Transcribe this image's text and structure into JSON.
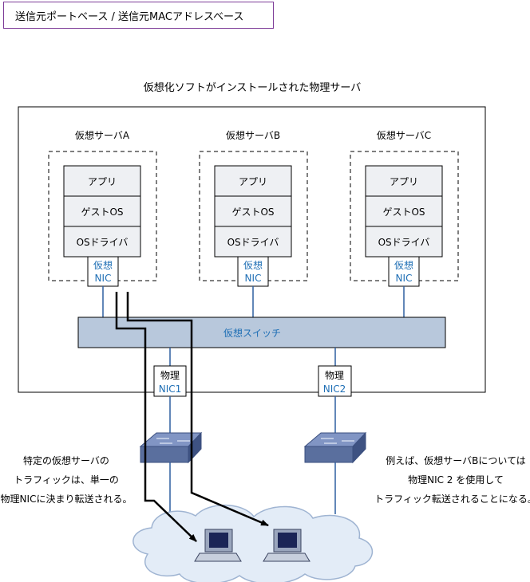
{
  "header": {
    "title": "送信元ポートベース / 送信元MACアドレスベース"
  },
  "physical_server": {
    "label": "仮想化ソフトがインストールされた物理サーバ"
  },
  "virtual_servers": [
    {
      "name": "仮想サーバA",
      "layers": [
        "アプリ",
        "ゲストOS",
        "OSドライバ"
      ],
      "nic": [
        "仮想",
        "NIC"
      ]
    },
    {
      "name": "仮想サーバB",
      "layers": [
        "アプリ",
        "ゲストOS",
        "OSドライバ"
      ],
      "nic": [
        "仮想",
        "NIC"
      ]
    },
    {
      "name": "仮想サーバC",
      "layers": [
        "アプリ",
        "ゲストOS",
        "OSドライバ"
      ],
      "nic": [
        "仮想",
        "NIC"
      ]
    }
  ],
  "virtual_switch": {
    "label": "仮想スイッチ"
  },
  "physical_nics": [
    {
      "line1": "物理",
      "line2": "NIC1"
    },
    {
      "line1": "物理",
      "line2": "NIC2"
    }
  ],
  "notes": {
    "left": [
      "特定の仮想サーバの",
      "トラフィックは、単一の",
      "物理NICに決まり転送される。"
    ],
    "right": [
      "例えば、仮想サーバBについては",
      "物理NIC 2 を使用して",
      "トラフィック転送されることになる。"
    ]
  },
  "colors": {
    "nic_text": "#1f6fb5",
    "switch_fill": "#b8c8dc",
    "layer_fill": "#eef0f3",
    "switch_device": "#5a6f9e",
    "cloud": "#e3ecf7",
    "title_border": "#7d3c98"
  },
  "icons": {
    "switch": "network-switch-icon",
    "computer": "computer-icon",
    "cloud": "network-cloud-icon"
  }
}
